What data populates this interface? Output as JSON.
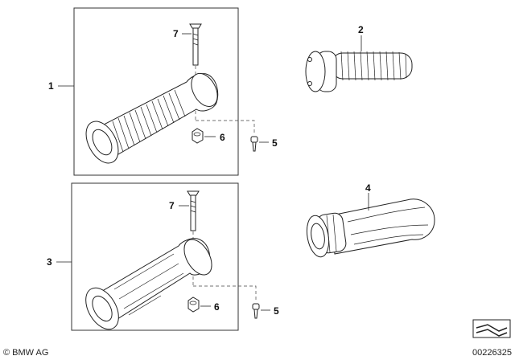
{
  "callouts": {
    "c1": "1",
    "c2": "2",
    "c3": "3",
    "c4": "4",
    "c5_top": "5",
    "c5_bottom": "5",
    "c6_top": "6",
    "c6_bottom": "6",
    "c7_top": "7",
    "c7_bottom": "7"
  },
  "footer": {
    "copyright": "© BMW AG",
    "diagram_number": "00226325"
  },
  "icons": [
    "bmw-nav-arrow-icon"
  ]
}
